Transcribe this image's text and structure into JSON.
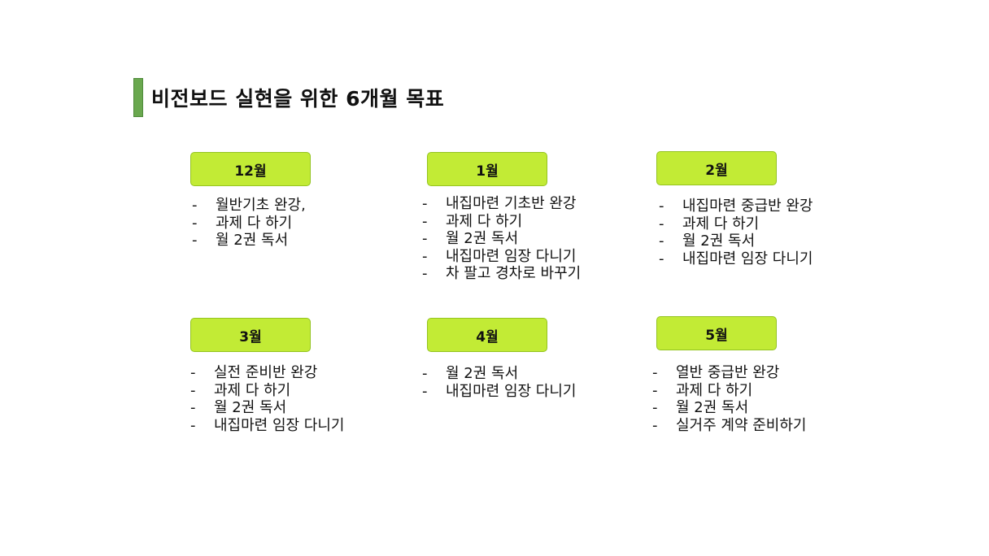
{
  "slide": {
    "title": "비전보드 실현을 위한 6개월 목표",
    "accent_color": "#6aa84f",
    "month_box_color": "#c2eb35"
  },
  "months": [
    {
      "label": "12월",
      "bullet": "-",
      "items": [
        "월반기초 완강,",
        "과제 다 하기",
        "월 2권 독서"
      ]
    },
    {
      "label": "1월",
      "bullet": "-",
      "items": [
        "내집마련 기초반 완강",
        "과제 다 하기",
        "월 2권 독서",
        "내집마련 임장 다니기",
        "차 팔고 경차로 바꾸기"
      ]
    },
    {
      "label": "2월",
      "bullet": "-",
      "items": [
        "내집마련 중급반 완강",
        "과제 다 하기",
        "월 2권 독서",
        "내집마련 임장 다니기"
      ]
    },
    {
      "label": "3월",
      "bullet": "-",
      "items": [
        "실전 준비반 완강",
        "과제 다 하기",
        "월 2권 독서",
        "내집마련 임장 다니기"
      ]
    },
    {
      "label": "4월",
      "bullet": "-",
      "items": [
        "월 2권 독서",
        "내집마련 임장 다니기"
      ]
    },
    {
      "label": "5월",
      "bullet": "-",
      "items": [
        "열반 중급반 완강",
        "과제 다 하기",
        "월 2권 독서",
        "실거주 계약 준비하기"
      ]
    }
  ]
}
